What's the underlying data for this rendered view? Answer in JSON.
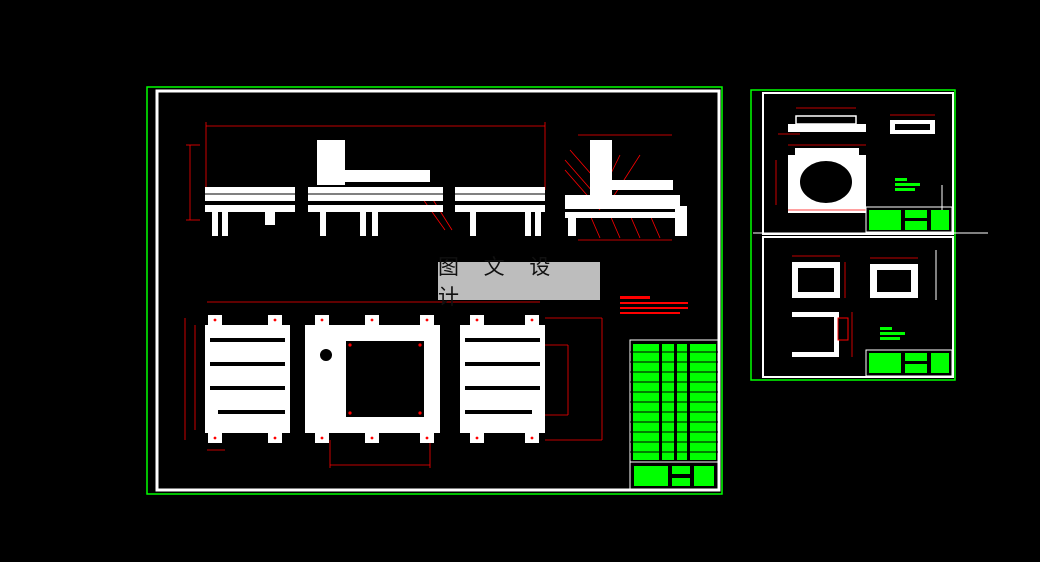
{
  "watermark": {
    "text": "图 文 设 计"
  },
  "colors": {
    "background": "#000000",
    "frame_outer": "#00ff00",
    "frame_inner": "#ffffff",
    "part": "#ffffff",
    "dimension": "#ff0000",
    "table_green": "#00ff00"
  },
  "sheets": [
    {
      "id": "main-assembly",
      "views": [
        "front-elevation",
        "side-elevation",
        "plan-view",
        "notes-block",
        "parts-list",
        "title-block"
      ]
    },
    {
      "id": "detail-sheet-upper",
      "views": [
        "upper-bracket",
        "top-plate",
        "bearing-block",
        "title-block"
      ]
    },
    {
      "id": "detail-sheet-lower",
      "views": [
        "rect-frame-left",
        "rect-frame-right",
        "u-bracket",
        "title-block"
      ]
    }
  ]
}
